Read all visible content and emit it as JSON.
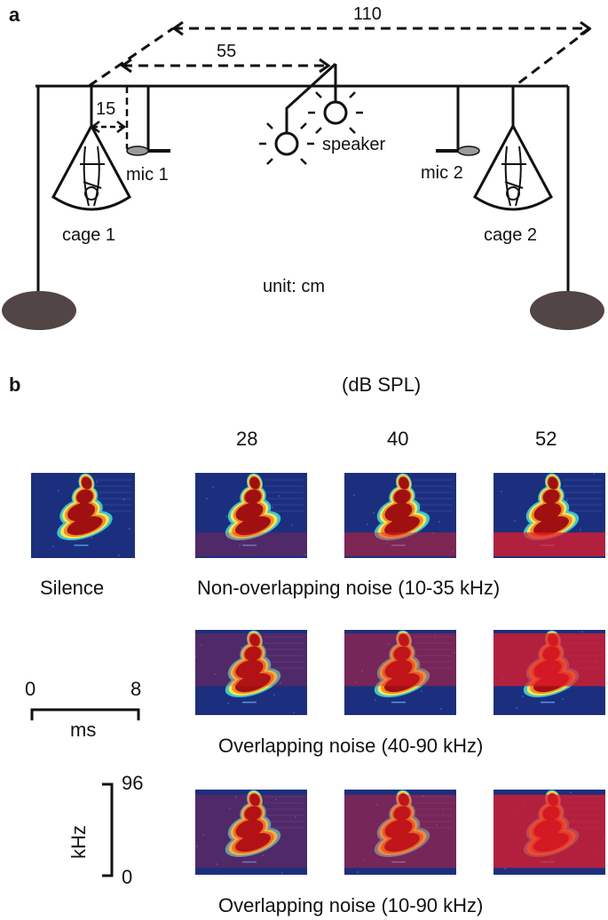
{
  "panel_a": {
    "label": "a",
    "dim_110": "110",
    "dim_55": "55",
    "dim_15": "15",
    "mic1": "mic 1",
    "mic2": "mic 2",
    "speaker": "speaker",
    "cage1": "cage 1",
    "cage2": "cage 2",
    "unit": "unit: cm"
  },
  "panel_b": {
    "label": "b",
    "level_unit": "(dB SPL)",
    "levels": [
      "28",
      "40",
      "52"
    ],
    "silence_label": "Silence",
    "rows": [
      {
        "label": "Non-overlapping noise (10-35 kHz)"
      },
      {
        "label": "Overlapping noise (40-90 kHz)"
      },
      {
        "label": "Overlapping noise (10-90 kHz)"
      }
    ],
    "time_scale": {
      "start": "0",
      "end": "8",
      "unit": "ms"
    },
    "freq_scale": {
      "top": "96",
      "bottom": "0",
      "unit": "kHz"
    }
  },
  "colors": {
    "background": "#1c2f7e",
    "call_core": "#a01010",
    "call_edge": "#f5e84a",
    "noise": "#e41c2a",
    "stand": "#514546"
  }
}
